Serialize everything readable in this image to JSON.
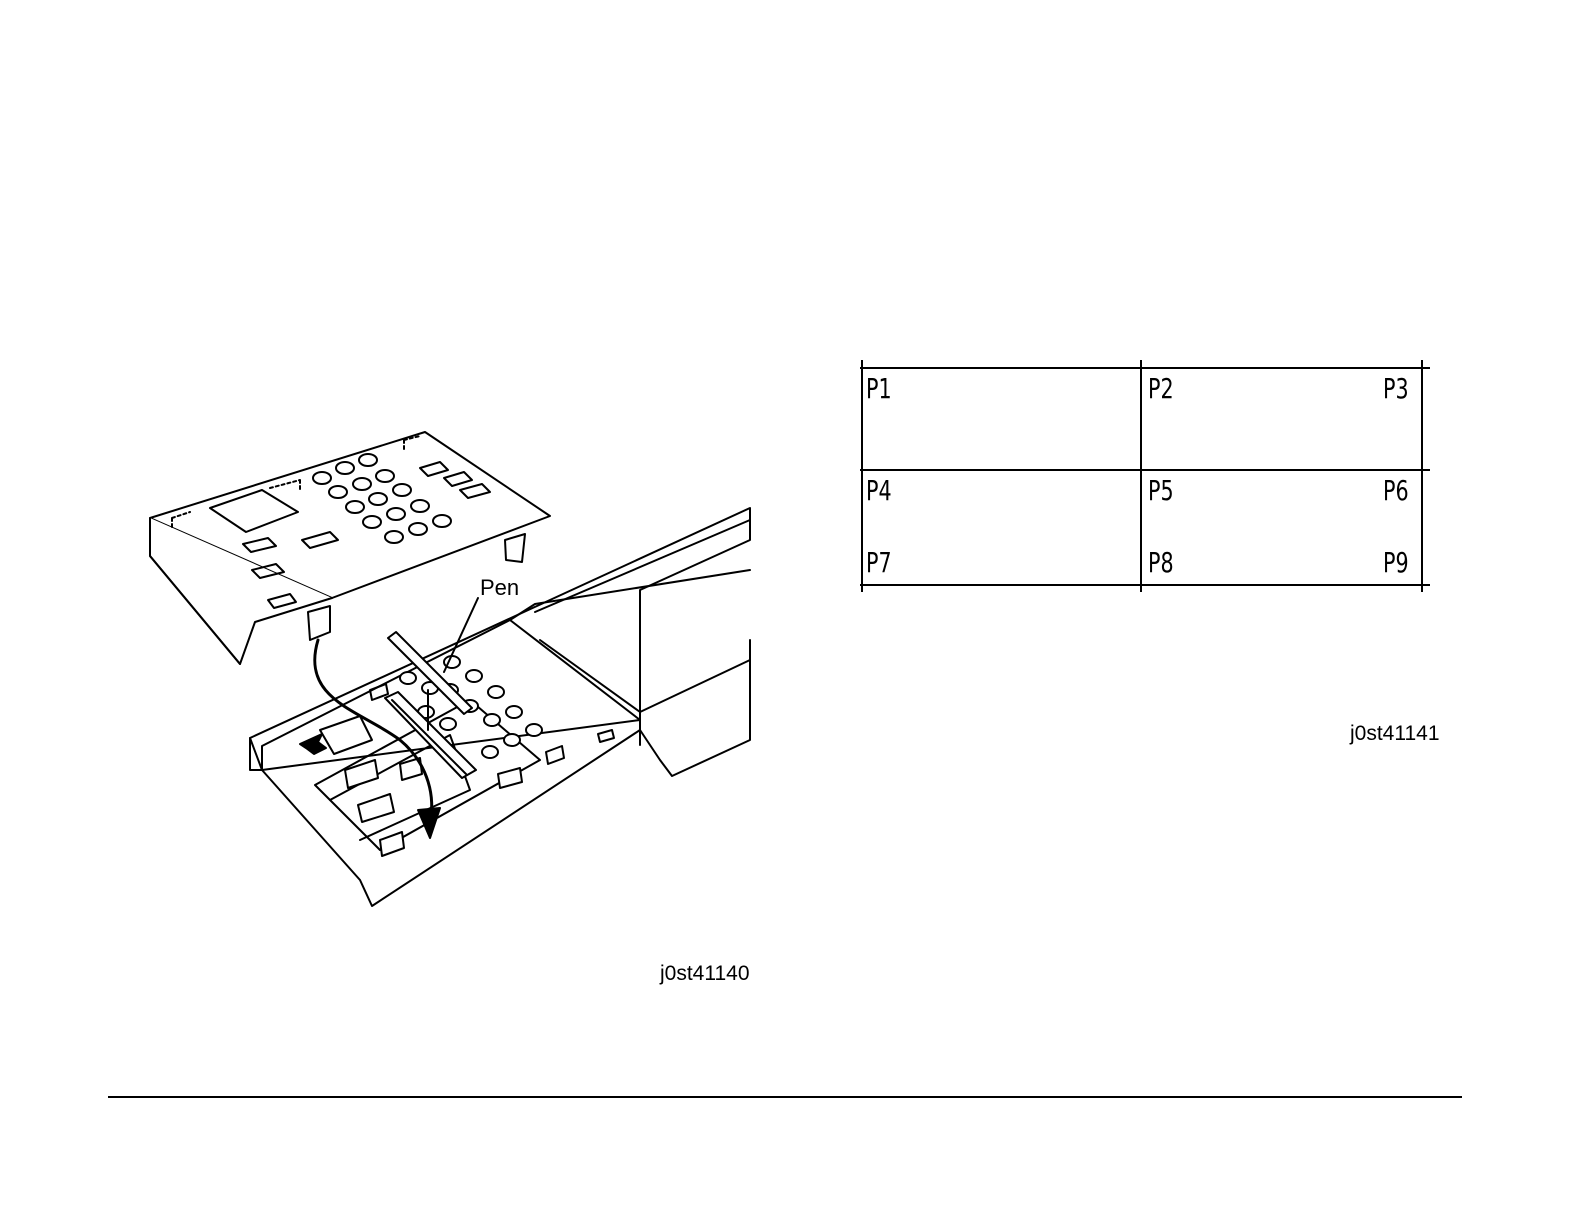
{
  "figures": {
    "left": {
      "id": "j0st41140",
      "callout": "Pen"
    },
    "right": {
      "id": "j0st41141"
    }
  },
  "positions_grid": {
    "labels": [
      "P1",
      "P2",
      "P3",
      "P4",
      "P5",
      "P6",
      "P7",
      "P8",
      "P9"
    ]
  }
}
